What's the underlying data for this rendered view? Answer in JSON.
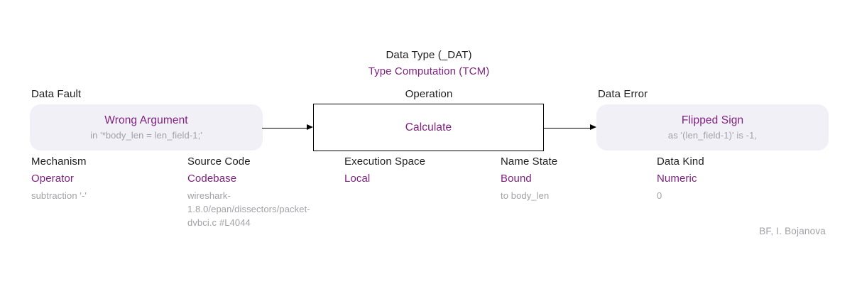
{
  "header": {
    "class_line": "Data Type (_DAT)",
    "type_line": "Type Computation (TCM)"
  },
  "flow": {
    "cause": {
      "label": "Data Fault",
      "title": "Wrong Argument",
      "detail": "in '*body_len = len_field-1;'"
    },
    "operation": {
      "label": "Operation",
      "title": "Calculate"
    },
    "consequence": {
      "label": "Data Error",
      "title": "Flipped Sign",
      "detail": "as '(len_field-1)' is -1,"
    }
  },
  "attributes": [
    {
      "name": "Mechanism",
      "value": "Operator",
      "detail": "subtraction '-'"
    },
    {
      "name": "Source Code",
      "value": "Codebase",
      "detail": "wireshark-1.8.0/epan/dissectors/packet-dvbci.c #L4044"
    },
    {
      "name": "Execution Space",
      "value": "Local",
      "detail": ""
    },
    {
      "name": "Name State",
      "value": "Bound",
      "detail": "to body_len"
    },
    {
      "name": "Data Kind",
      "value": "Numeric",
      "detail": "0"
    }
  ],
  "attribution": "BF, I. Bojanova",
  "colors": {
    "accent": "#7D1F7D",
    "muted": "#A1A1A6",
    "text": "#1F1F1F",
    "box_fill": "#F2F0F7",
    "line": "#000000"
  }
}
